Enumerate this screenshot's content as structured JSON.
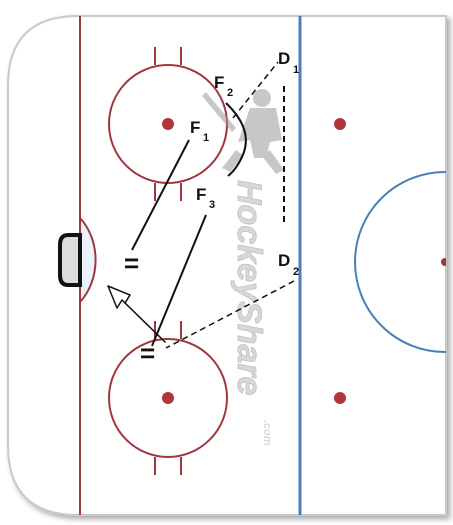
{
  "colors": {
    "rink_red": "#a0373f",
    "rink_blue": "#4a7eb8",
    "dot_red": "#b1363c",
    "crease_fill": "#eaf3fb",
    "ink": "#111111",
    "watermark": "#b9b9b9"
  },
  "players": {
    "f1": {
      "main": "F",
      "sub": "1"
    },
    "f2": {
      "main": "F",
      "sub": "2"
    },
    "f3": {
      "main": "F",
      "sub": "3"
    },
    "d1": {
      "main": "D",
      "sub": "1"
    },
    "d2": {
      "main": "D",
      "sub": "2"
    }
  },
  "watermark": {
    "brand": "HockeyShare",
    "suffix": ".com",
    "logo_icon": "hockey-player-silhouette-icon"
  },
  "markers": {
    "pass_symbol": "="
  }
}
